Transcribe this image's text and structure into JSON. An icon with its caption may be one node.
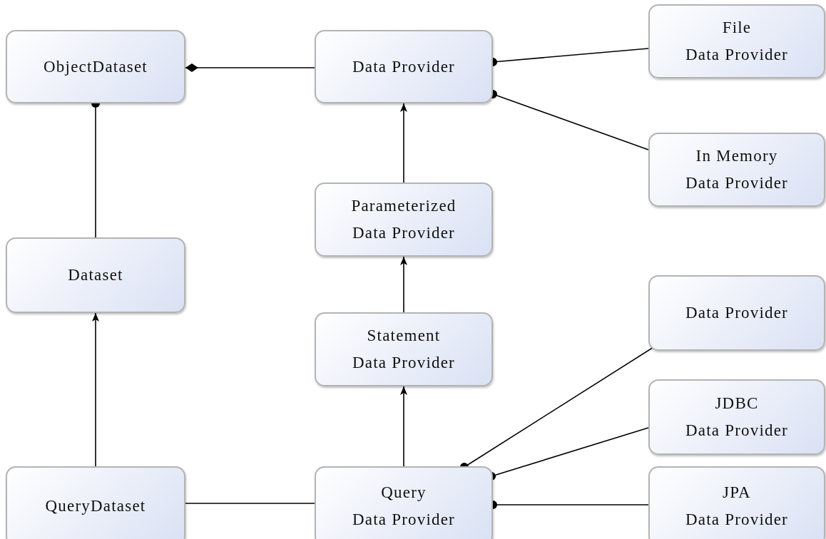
{
  "diagram": {
    "nodes": [
      {
        "text": [
          "ObjectDataset"
        ]
      },
      {
        "text": [
          "Data Provider"
        ]
      },
      {
        "text": [
          "File Data Provider"
        ]
      },
      {
        "text": [
          "In Memory Data Provider"
        ]
      },
      {
        "text": [
          "Parameterized Data Provider"
        ]
      },
      {
        "text": [
          "Dataset"
        ]
      },
      {
        "text": [
          "Data Provider"
        ]
      },
      {
        "text": [
          "Statement Data Provider"
        ]
      },
      {
        "text": [
          "JDBC Data Provider"
        ]
      },
      {
        "text": [
          "QueryDataset"
        ]
      },
      {
        "text": [
          "Query Data Provider"
        ]
      },
      {
        "text": [
          "JPA Data Provider"
        ]
      }
    ],
    "edges": [
      {
        "from": 1,
        "to": 0,
        "arrow": "other"
      },
      {
        "from": 2,
        "to": 1,
        "arrow": "other"
      },
      {
        "from": 3,
        "to": 1,
        "arrow": "other"
      },
      {
        "from": 5,
        "to": 0,
        "arrow": "other"
      },
      {
        "from": 4,
        "to": 1,
        "arrow": "to"
      },
      {
        "from": 7,
        "to": 4,
        "arrow": "to"
      },
      {
        "from": 10,
        "to": 7,
        "arrow": "to"
      },
      {
        "from": 9,
        "to": 5,
        "arrow": "to"
      },
      {
        "from": 9,
        "to": 10,
        "arrow": "none"
      },
      {
        "from": 6,
        "to": 10,
        "arrow": "other"
      },
      {
        "from": 8,
        "to": 10,
        "arrow": "other"
      },
      {
        "from": 11,
        "to": 10,
        "arrow": "other"
      }
    ]
  }
}
